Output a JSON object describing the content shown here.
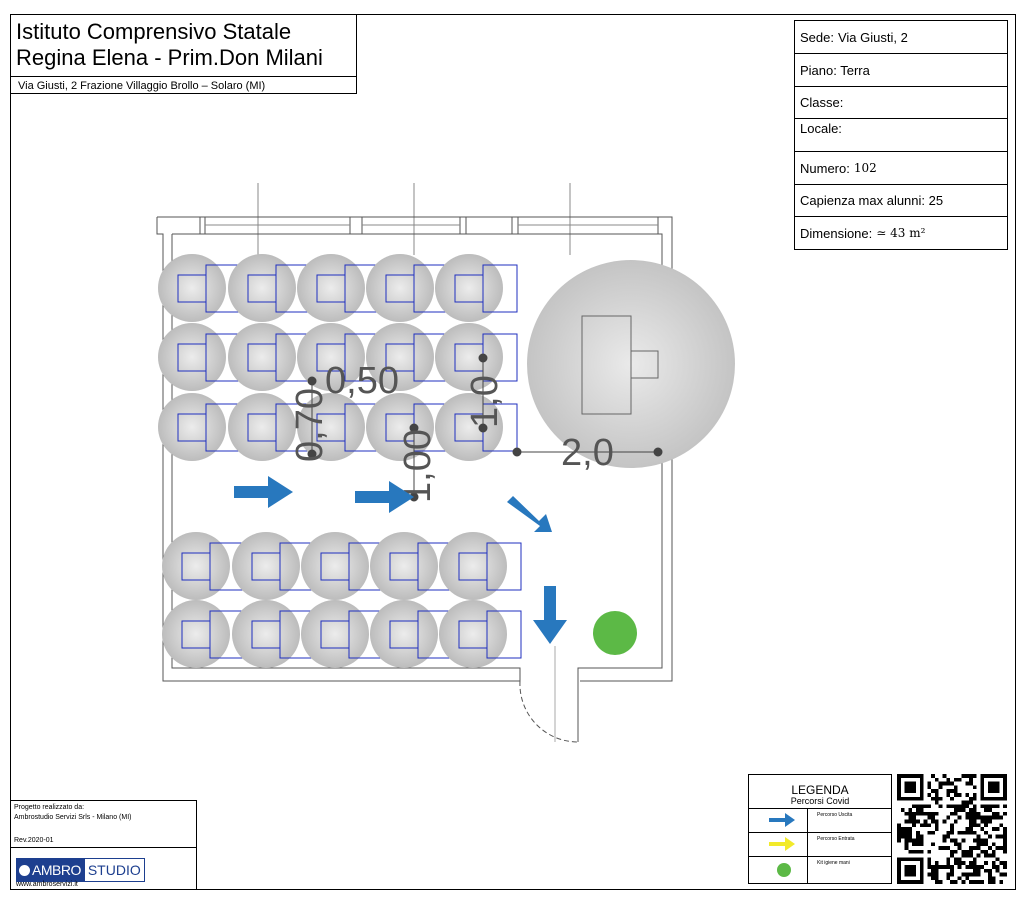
{
  "header": {
    "title_line1": "Istituto Comprensivo Statale",
    "title_line2": "Regina Elena - Prim.Don Milani",
    "address": "Via Giusti, 2 Frazione Villaggio Brollo – Solaro (MI)"
  },
  "info": {
    "sede_label": "Sede:",
    "sede_value": "Via Giusti, 2",
    "piano": "Piano: Terra",
    "classe": "Classe:",
    "locale": "Locale:",
    "numero_label": "Numero:",
    "numero_value": "102",
    "capienza": "Capienza max alunni: 25",
    "dimensione_label": "Dimensione:",
    "dimensione_value": "≃ 43 m²"
  },
  "plan": {
    "dimensions": {
      "d050": "0,50",
      "d070": "0,70",
      "d100a": "1,00",
      "d100b": "1,0",
      "d20": "2,0"
    },
    "colors": {
      "exit_arrow": "#2878be",
      "entry_arrow": "#f2ea2a",
      "hygiene_kit": "#5cb946",
      "desk": "#1f2fbf",
      "distance_circle": "#c8c8c8"
    }
  },
  "credits": {
    "line1": "Progetto realizzato da:",
    "line2": "Ambrostudio Servizi Srls - Milano (MI)",
    "rev": "Rev.2020-01",
    "logo_part1": "AMBRO",
    "logo_part2": "STUDIO",
    "www": "www.ambroservizi.it"
  },
  "legend": {
    "title": "LEGENDA",
    "subtitle": "Percorsi Covid",
    "items": [
      {
        "label": "Percorso Uscita"
      },
      {
        "label": "Percorso Entrata"
      },
      {
        "label": "Kit igiene mani"
      }
    ]
  }
}
